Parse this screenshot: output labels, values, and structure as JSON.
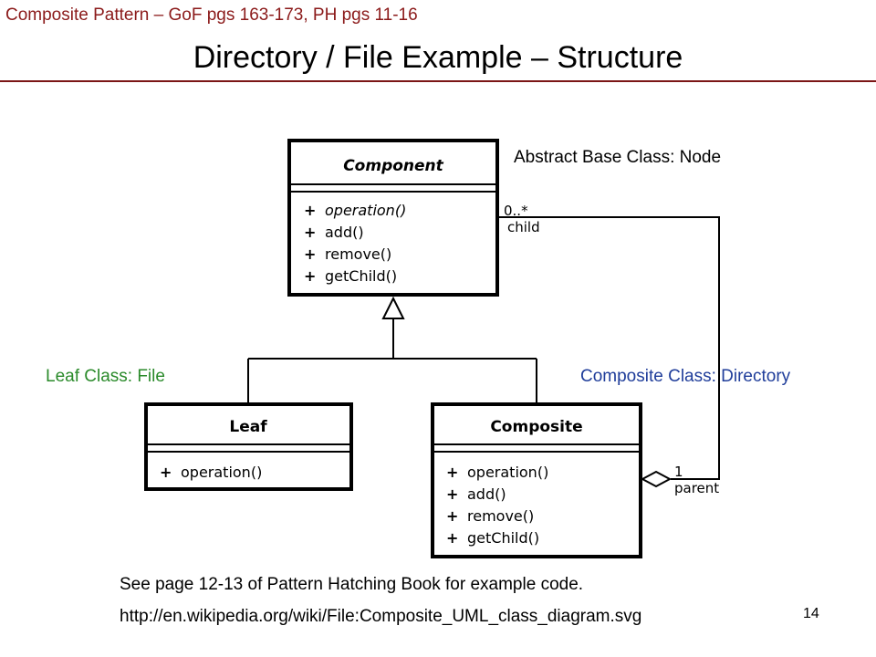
{
  "header_note": "Composite Pattern – GoF pgs 163-173, PH pgs 11-16",
  "title": "Directory / File Example – Structure",
  "labels": {
    "abstract": "Abstract Base Class: Node",
    "leaf": "Leaf Class: File",
    "composite": "Composite Class: Directory"
  },
  "component": {
    "name": "Component",
    "methods": [
      {
        "vis": "+",
        "name": "operation()",
        "italic": true
      },
      {
        "vis": "+",
        "name": "add()"
      },
      {
        "vis": "+",
        "name": "remove()"
      },
      {
        "vis": "+",
        "name": "getChild()"
      }
    ]
  },
  "leaf": {
    "name": "Leaf",
    "methods": [
      {
        "vis": "+",
        "name": "operation()"
      }
    ]
  },
  "composite": {
    "name": "Composite",
    "methods": [
      {
        "vis": "+",
        "name": "operation()"
      },
      {
        "vis": "+",
        "name": "add()"
      },
      {
        "vis": "+",
        "name": "remove()"
      },
      {
        "vis": "+",
        "name": "getChild()"
      }
    ]
  },
  "association": {
    "child_multiplicity": "0..*",
    "child_role": "child",
    "parent_multiplicity": "1",
    "parent_role": "parent"
  },
  "footnotes": {
    "line1": "See page 12-13 of Pattern Hatching Book for example code.",
    "line2": "http://en.wikipedia.org/wiki/File:Composite_UML_class_diagram.svg"
  },
  "page_number": "14"
}
